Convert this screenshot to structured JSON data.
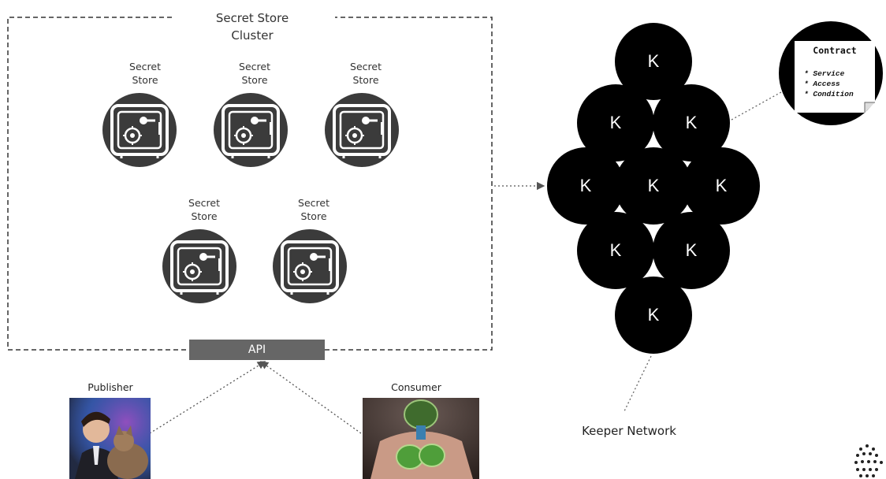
{
  "cluster": {
    "title": "Secret Store\nCluster"
  },
  "stores": [
    {
      "label": "Secret\nStore"
    },
    {
      "label": "Secret\nStore"
    },
    {
      "label": "Secret\nStore"
    },
    {
      "label": "Secret\nStore"
    },
    {
      "label": "Secret\nStore"
    }
  ],
  "api": {
    "label": "API"
  },
  "publisher": {
    "label": "Publisher"
  },
  "consumer": {
    "label": "Consumer"
  },
  "keepers": {
    "node_label": "K",
    "network_label": "Keeper Network"
  },
  "contract": {
    "title": "Contract",
    "items": [
      "* Service",
      "* Access",
      "* Condition"
    ]
  },
  "icons": {
    "store": "safe-icon",
    "logo": "dotted-logo-icon"
  },
  "colors": {
    "store_circle": "#3a3a3a",
    "keeper": "#000000",
    "api_bar": "#666666"
  }
}
